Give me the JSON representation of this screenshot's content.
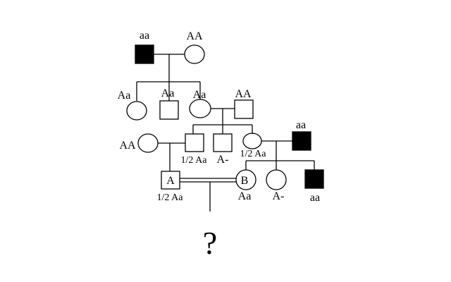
{
  "pedigree": {
    "gen1": {
      "father_genotype": "aa",
      "mother_genotype": "AA"
    },
    "gen2": {
      "child1_genotype": "Aa",
      "child2_genotype": "Aa",
      "child3_genotype": "Aa",
      "spouse_genotype": "AA"
    },
    "gen3": {
      "left_spouse_genotype": "AA",
      "son_prob": "1/2 Aa",
      "son2_genotype": "A-",
      "daughter_prob": "1/2 Aa",
      "affected_spouse_genotype": "aa"
    },
    "gen4": {
      "individual_a_letter": "A",
      "individual_a_prob": "1/2 Aa",
      "individual_b_letter": "B",
      "individual_b_genotype": "Aa",
      "sister_genotype": "A-",
      "affected_brother_genotype": "aa"
    },
    "offspring_symbol": "?"
  },
  "colors": {
    "line": "#000000",
    "affected": "#000000",
    "background": "#ffffff"
  }
}
